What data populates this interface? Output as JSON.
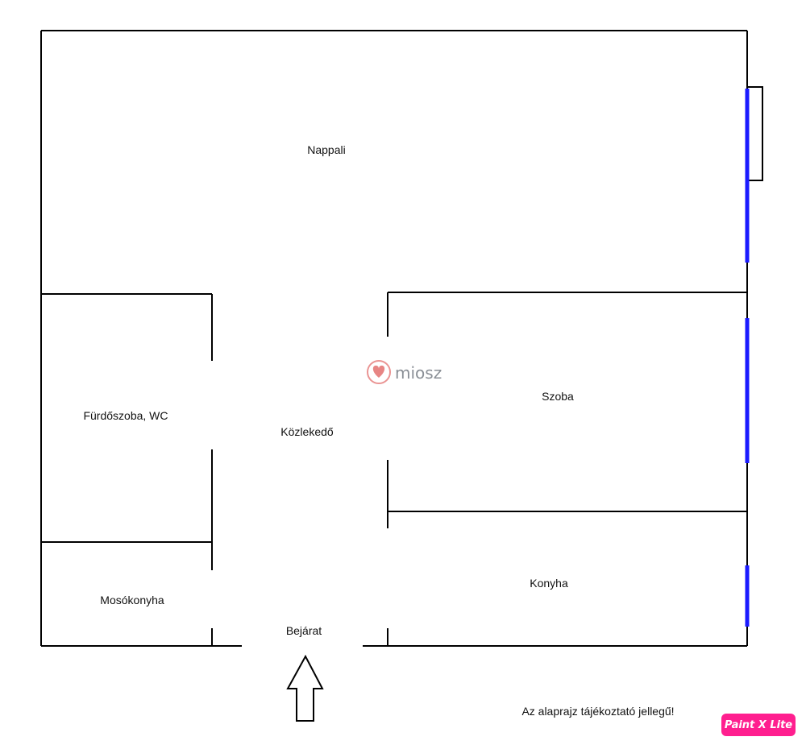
{
  "rooms": {
    "nappali": "Nappali",
    "szoba": "Szoba",
    "konyha": "Konyha",
    "furdoszoba": "Fürdőszoba, WC",
    "kozlekedo": "Közlekedő",
    "mosokonyha": "Mosókonyha",
    "bejarat": "Bejárat"
  },
  "note": "Az alaprajz tájékoztató jellegű!",
  "watermark": "miosz",
  "badge": "Paint X Lite",
  "colors": {
    "wall": "#000000",
    "window": "#1a1aff",
    "badge": "#ff1f8f",
    "watermark_heart": "#e3706f"
  },
  "icons": {
    "entry": "arrow-up-icon",
    "watermark": "heart-logo-icon"
  }
}
